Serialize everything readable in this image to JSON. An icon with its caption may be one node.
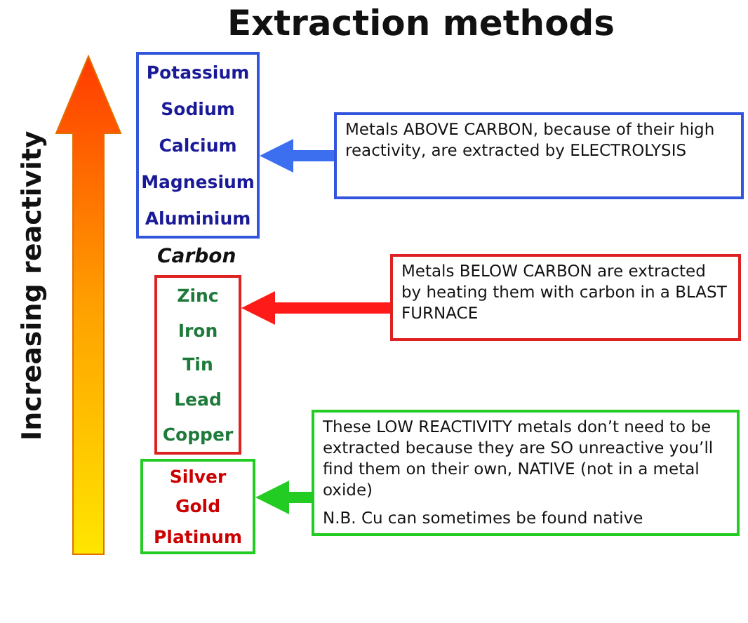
{
  "diagram": {
    "title": "Extraction methods",
    "nodes": [
      {
        "text": [
          "Potassium",
          "Sodium",
          "Calcium",
          "Magnesium",
          "Aluminium"
        ]
      },
      {
        "text": [
          "Metals ABOVE CARBON, because of their high reactivity, are extracted by ELECTROLYSIS"
        ]
      },
      {
        "text": [
          "Zinc",
          "Iron",
          "Tin",
          "Lead",
          "Copper"
        ]
      },
      {
        "text": [
          "Metals BELOW CARBON are extracted by heating them with carbon in a BLAST FURNACE"
        ]
      },
      {
        "text": [
          "Silver",
          "Gold",
          "Platinum"
        ]
      },
      {
        "text": [
          "These LOW REACTIVITY metals don’t need to be extracted because they are SO unreactive you’ll find them on their own, NATIVE (not in a metal oxide)",
          "N.B. Cu can sometimes be found native"
        ]
      }
    ],
    "edges": [
      {
        "from": 1,
        "to": 0,
        "arrow": "to",
        "color": "#3b6ff0"
      },
      {
        "from": 3,
        "to": 2,
        "arrow": "to",
        "color": "#ff1a1a"
      },
      {
        "from": 5,
        "to": 4,
        "arrow": "to",
        "color": "#22cc22"
      }
    ],
    "labels": [
      "Carbon",
      "Increasing reactivity"
    ]
  }
}
